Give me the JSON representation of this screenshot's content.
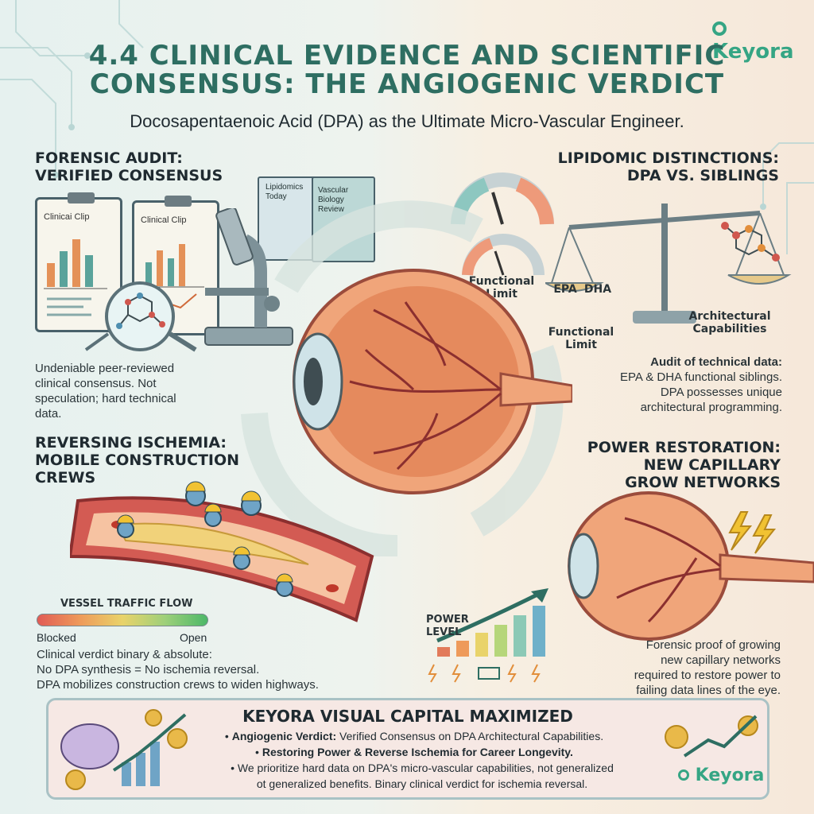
{
  "header": {
    "title_line1": "4.4 CLINICAL EVIDENCE AND SCIENTIFIC",
    "title_line2": "CONSENSUS: THE ANGIOGENIC VERDICT",
    "subtitle": "Docosapentaenoic Acid (DPA) as the Ultimate Micro-Vascular Engineer.",
    "logo": "Keyora"
  },
  "forensic_audit": {
    "heading_line1": "FORENSIC AUDIT:",
    "heading_line2": "VERIFIED CONSENSUS",
    "clip1": "Clinicai Clip",
    "clip2": "Clinical Clip",
    "book1_line1": "Lipidomics",
    "book1_line2": "Today",
    "book2_line1": "Vascular",
    "book2_line2": "Biology",
    "book2_line3": "Review",
    "text_line1": "Undeniable peer-reviewed",
    "text_line2": "clinical consensus. Not",
    "text_line3": "speculation; hard technical",
    "text_line4": "data."
  },
  "lipidomic": {
    "heading_line1": "LIPIDOMIC DISTINCTIONS:",
    "heading_line2": "DPA VS. SIBLINGS",
    "gauge_label_line1": "Functional",
    "gauge_label_line2": "Limit",
    "epa": "EPA",
    "dha": "DHA",
    "scale_left_line1": "Functional",
    "scale_left_line2": "Limit",
    "scale_right_line1": "Architectural",
    "scale_right_line2": "Capabilities",
    "text_line1": "Audit of technical data:",
    "text_line2": "EPA & DHA functional siblings.",
    "text_line3": "DPA possesses unique",
    "text_line4": "architectural programming."
  },
  "ischemia": {
    "heading_line1": "REVERSING ISCHEMIA:",
    "heading_line2": "MOBILE CONSTRUCTION",
    "heading_line3": "CREWS",
    "flow_label": "VESSEL TRAFFIC FLOW",
    "blocked": "Blocked",
    "open": "Open",
    "text_line1": "Clinical verdict binary & absolute:",
    "text_line2": "No DPA synthesis = No ischemia reversal.",
    "text_line3": "DPA mobilizes construction crews to widen highways."
  },
  "power": {
    "heading_line1": "POWER RESTORATION:",
    "heading_line2": "NEW CAPILLARY",
    "heading_line3": "GROW NETWORKS",
    "level_line1": "POWER",
    "level_line2": "LEVEL",
    "text_line1": "Forensic proof of growing",
    "text_line2": "new capillary networks",
    "text_line3": "required to restore power to",
    "text_line4": "failing data lines of the eye."
  },
  "bottom": {
    "title": "KEYORA VISUAL CAPITAL MAXIMIZED",
    "l1_bold": "Angiogenic Verdict:",
    "l1_rest": " Verified Consensus on DPA Architectural Capabilities.",
    "l2_bold": "Restoring Power & Reverse Ischemia for Career Longevity.",
    "l3": "We prioritize hard data on DPA's micro-vascular capabilities, not generalized",
    "l4": "ot generalized benefits. Binary clinical verdict for ischemia reversal.",
    "logo": "Keyora"
  },
  "colors": {
    "title": "#2e6e62",
    "brand": "#35a584",
    "vessel": "#c9514c",
    "plaque": "#f1d27a"
  }
}
